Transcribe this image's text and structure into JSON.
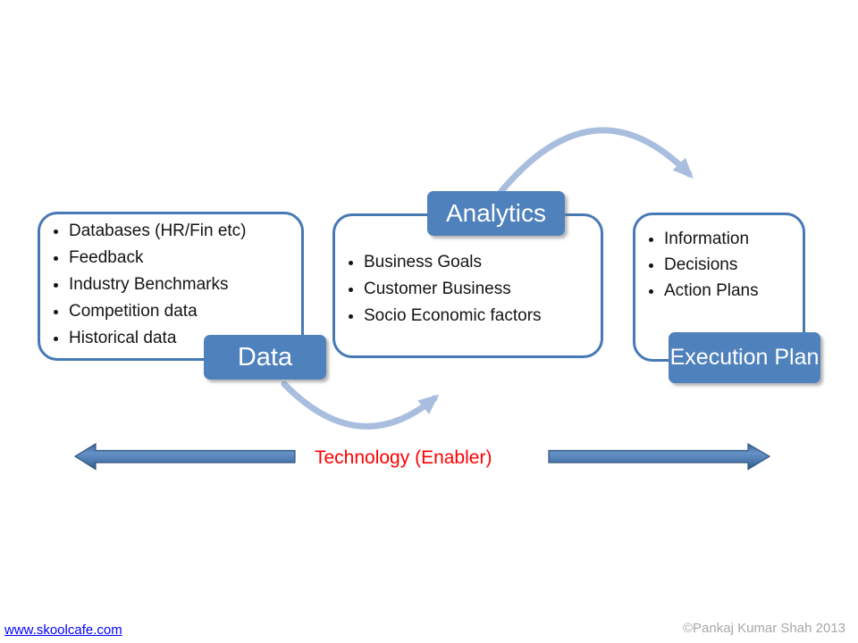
{
  "slide": {
    "boxes": {
      "data": {
        "label": "Data",
        "items": [
          "Databases (HR/Fin etc)",
          "Feedback",
          "Industry Benchmarks",
          "Competition data",
          "Historical data"
        ]
      },
      "analytics": {
        "label": "Analytics",
        "items": [
          "Business Goals",
          "Customer Business",
          "Socio Economic factors"
        ]
      },
      "execution": {
        "label": "Execution Plan",
        "items": [
          "Information",
          "Decisions",
          "Action Plans"
        ]
      }
    },
    "enabler": {
      "label": "Technology (Enabler)",
      "color": "#ff0000"
    },
    "colors": {
      "accent": "#4f81bd",
      "box_border": "#4779b5",
      "label_text": "#ffffff",
      "curved_arrow": "#a9bedf",
      "horizontal_arrow_dark": "#33567f"
    }
  },
  "footer": {
    "link": "www.skoolcafe.com",
    "link_color": "#0000ff",
    "copyright": "©Pankaj Kumar Shah 2013",
    "copyright_color": "#a8a8a8"
  }
}
